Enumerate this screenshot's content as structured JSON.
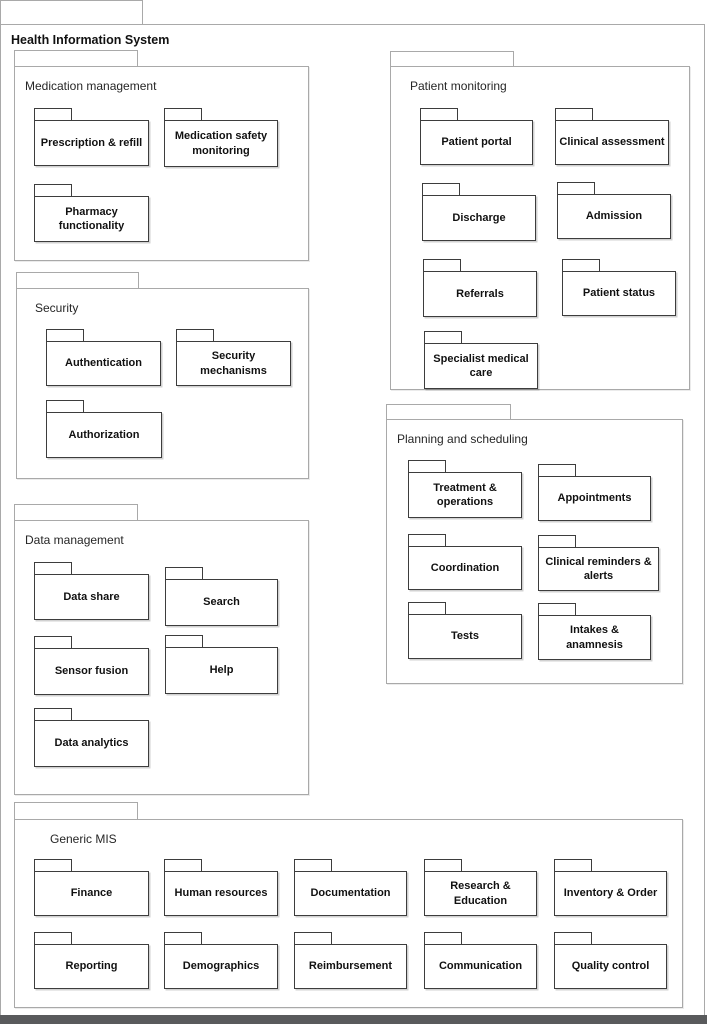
{
  "diagram": {
    "title": "Health Information System"
  },
  "colors": {
    "background": "#ffffff",
    "section_border": "#a9a9a9",
    "package_border": "#3d3d3d",
    "text": "#111111",
    "page_edge": "#595a5c"
  },
  "sections": [
    {
      "label": "Medication management",
      "children": [
        "Prescription & refill",
        "Medication safety monitoring",
        "Pharmacy functionality"
      ]
    },
    {
      "label": "Patient monitoring",
      "children": [
        "Patient portal",
        "Clinical assessment",
        "Discharge",
        "Admission",
        "Referrals",
        "Patient status",
        "Specialist medical care"
      ]
    },
    {
      "label": "Security",
      "children": [
        "Authentication",
        "Security mechanisms",
        "Authorization"
      ]
    },
    {
      "label": "Data management",
      "children": [
        "Data share",
        "Search",
        "Sensor fusion",
        "Help",
        "Data analytics"
      ]
    },
    {
      "label": "Planning and scheduling",
      "children": [
        "Treatment & operations",
        "Appointments",
        "Coordination",
        "Clinical reminders & alerts",
        "Tests",
        "Intakes & anamnesis"
      ]
    },
    {
      "label": "Generic MIS",
      "children": [
        "Finance",
        "Human resources",
        "Documentation",
        "Research & Education",
        "Inventory & Order",
        "Reporting",
        "Demographics",
        "Reimbursement",
        "Communication",
        "Quality control"
      ]
    }
  ]
}
